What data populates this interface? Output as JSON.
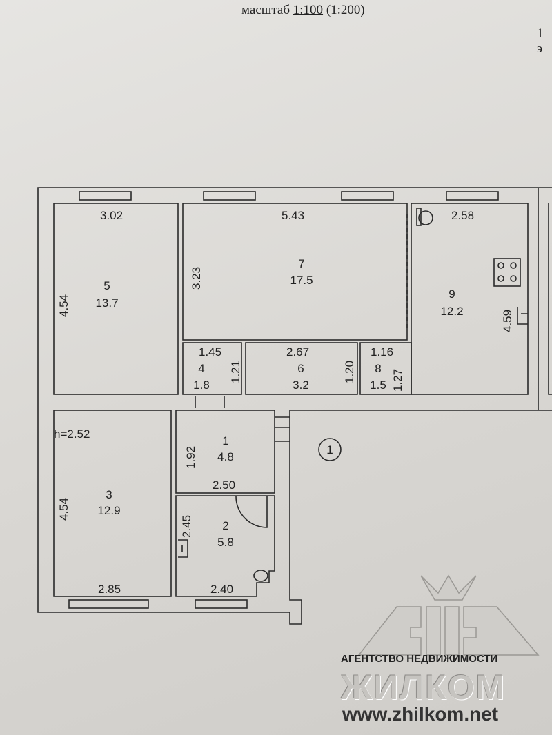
{
  "header": {
    "scale_label": "масштаб",
    "scale_main": "1:100",
    "scale_alt": "(1:200)",
    "floor_label": "1 э"
  },
  "ceiling_height": "h=2.52",
  "apartment_number": "1",
  "rooms": [
    {
      "number": "1",
      "area": "4.8"
    },
    {
      "number": "2",
      "area": "5.8"
    },
    {
      "number": "3",
      "area": "12.9"
    },
    {
      "number": "4",
      "area": "1.8"
    },
    {
      "number": "5",
      "area": "13.7"
    },
    {
      "number": "6",
      "area": "3.2"
    },
    {
      "number": "7",
      "area": "17.5"
    },
    {
      "number": "8",
      "area": "1.5"
    },
    {
      "number": "9",
      "area": "12.2"
    }
  ],
  "dimensions": [
    "3.02",
    "5.43",
    "2.58",
    "4.54",
    "3.23",
    "4.59",
    "1.45",
    "2.67",
    "1.16",
    "1.21",
    "1.20",
    "1.27",
    "1.92",
    "2.50",
    "4.54",
    "2.45",
    "2.85",
    "2.40"
  ],
  "watermark": {
    "agency": "АГЕНТСТВО НЕДВИЖИМОСТИ",
    "brand": "ЖИЛКОМ",
    "url": "www.zhilkom.net"
  }
}
